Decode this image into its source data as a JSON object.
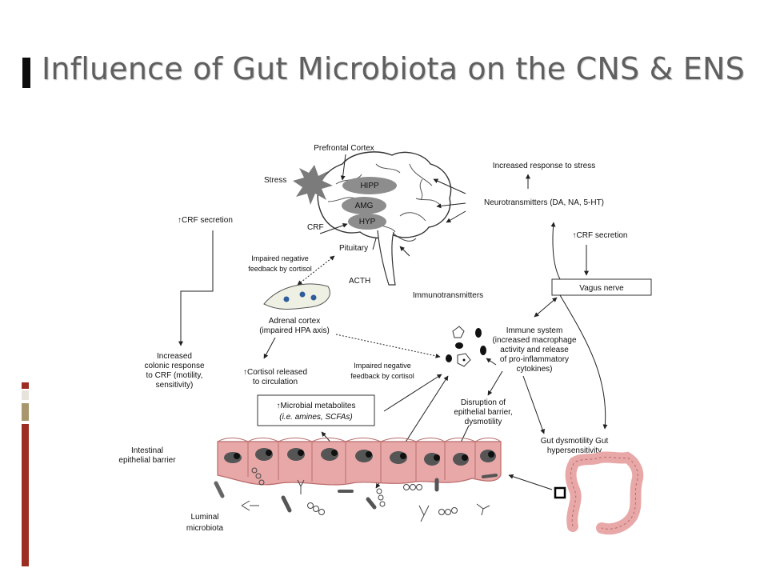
{
  "slide": {
    "title": "Influence of Gut Microbiota on the CNS & ENS",
    "colors": {
      "accent_dark": "#9b2d22",
      "accent_light": "#e7e2dc",
      "accent_mid": "#a7966e",
      "cell_fill": "#e8a8a8",
      "cell_stroke": "#b96b6b",
      "brain_lobe": "#8d8d8d",
      "stress_burst": "#7b7b7b"
    }
  },
  "diagram": {
    "brain": {
      "prefrontal": "Prefrontal Cortex",
      "hipp": "HIPP",
      "amg": "AMG",
      "hyp": "HYP",
      "stress": "Stress",
      "crf": "CRF",
      "pituitary": "Pituitary",
      "acth": "ACTH"
    },
    "left_crf": "↑CRF secretion",
    "impaired_feedback_top": [
      "Impaired negative",
      "feedback by cortisol"
    ],
    "adrenal": [
      "Adrenal cortex",
      "(impaired HPA axis)"
    ],
    "cortisol_released": [
      "↑Cortisol released",
      "to circulation"
    ],
    "colonic_response": [
      "Increased",
      "colonic response",
      "to CRF (motility,",
      "sensitivity)"
    ],
    "increased_response": "Increased response to stress",
    "neurotransmitters": "Neurotransmitters (DA, NA, 5-HT)",
    "right_crf": "↑CRF secretion",
    "vagus": "Vagus nerve",
    "immunotransmitters": "Immunotransmitters",
    "immune_system": [
      "Immune system",
      "(increased macrophage",
      "activity and release",
      "of pro-inflammatory",
      "cytokines)"
    ],
    "impaired_feedback_mid": [
      "Impaired negative",
      "feedback by cortisol"
    ],
    "microbial_metabolites": [
      "↑Microbial metabolites",
      "(i.e. amines, SCFAs)"
    ],
    "disruption": [
      "Disruption of",
      "epithelial barrier,",
      "dysmotility"
    ],
    "gut_dysmotility": [
      "Gut dysmotility Gut",
      "hypersensitivity"
    ],
    "intestinal_barrier": [
      "Intestinal",
      "epithelial barrier"
    ],
    "luminal": [
      "Luminal",
      "microbiota"
    ]
  }
}
